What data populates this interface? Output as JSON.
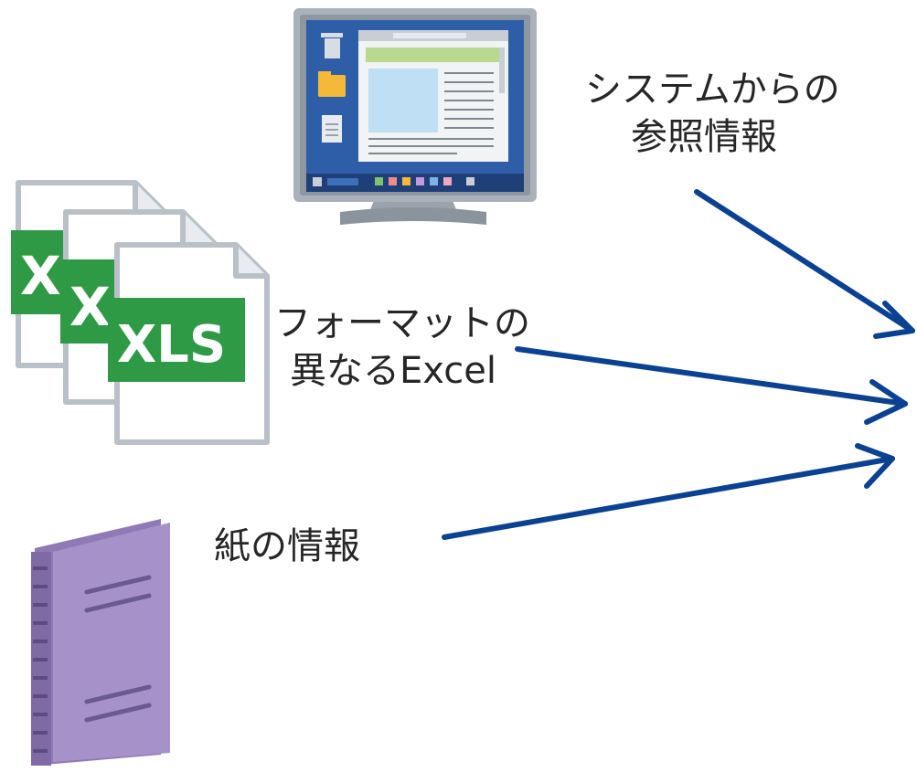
{
  "labels": {
    "system": {
      "line1": "システムからの",
      "line2": "参照情報"
    },
    "excel": {
      "line1": "フォーマットの",
      "line2": "異なるExcel"
    },
    "paper": {
      "line1": "紙の情報"
    }
  },
  "icons": {
    "excel_badge_text": "XLS",
    "excel_badge_partial": "X"
  },
  "colors": {
    "arrow": "#0b4192",
    "excel_green": "#2f9a45",
    "binder_purple": "#a791c9",
    "monitor_blue": "#2f5ea8"
  }
}
